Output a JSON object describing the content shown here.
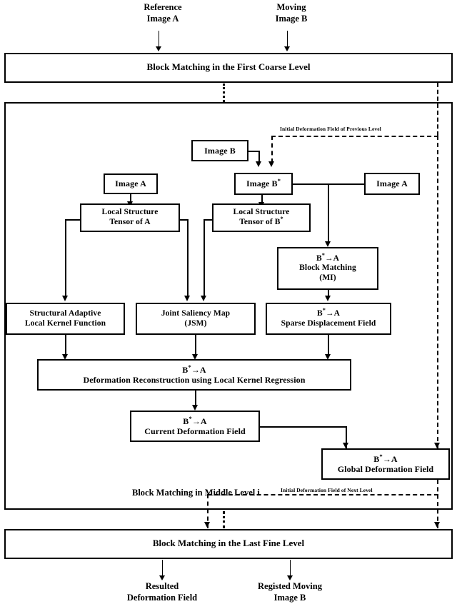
{
  "figure": {
    "type": "flowchart",
    "title": "Multi-level block matching image registration pipeline"
  },
  "inputs": {
    "reference": {
      "line1": "Reference",
      "line2": "Image A"
    },
    "moving": {
      "line1": "Moving",
      "line2": "Image B"
    }
  },
  "levels": {
    "coarse": {
      "label": "Block Matching in the First Coarse Level"
    },
    "middle": {
      "label": "Block Matching in Middle Level i"
    },
    "fine": {
      "label": "Block Matching in the Last Fine Level"
    }
  },
  "dashed_labels": {
    "previous": "Initial Deformation Field of Previous Level",
    "next": "Initial Deformation Field of Next Level"
  },
  "nodes": {
    "image_b": {
      "line1": "Image B"
    },
    "image_b_star": {
      "line1": "Image B",
      "sup1": "*"
    },
    "image_a_left": {
      "line1": "Image A"
    },
    "image_a_right": {
      "line1": "Image A"
    },
    "lst_a": {
      "line1": "Local Structure",
      "line2": "Tensor of A"
    },
    "lst_b_star": {
      "line1": "Local Structure",
      "line2": "Tensor of B",
      "sup2": "*"
    },
    "block_matching_mi": {
      "line1": "B",
      "sup1": "*",
      "line1b": "→A",
      "line2": "Block Matching",
      "line3": "(MI)"
    },
    "kernel_function": {
      "line1": "Structural Adaptive",
      "line2": "Local Kernel Function"
    },
    "jsm": {
      "line1": "Joint Saliency Map",
      "line2": "(JSM)"
    },
    "sparse_field": {
      "line1": "B",
      "sup1": "*",
      "line1b": "→A",
      "line2": "Sparse Displacement Field"
    },
    "reconstruction": {
      "line1": "B",
      "sup1": "*",
      "line1b": "→A",
      "line2": "Deformation Reconstruction using Local Kernel Regression"
    },
    "current_field": {
      "line1": "B",
      "sup1": "*",
      "line1b": "→A",
      "line2": "Current Deformation Field"
    },
    "global_field": {
      "line1": "B",
      "sup1": "*",
      "line1b": "→A",
      "line2": "Global Deformation Field"
    }
  },
  "outputs": {
    "resulted": {
      "line1": "Resulted",
      "line2": "Deformation Field"
    },
    "registed": {
      "line1": "Registed Moving",
      "line2": "Image B"
    }
  },
  "colors": {
    "stroke": "#000000",
    "background": "#ffffff"
  }
}
